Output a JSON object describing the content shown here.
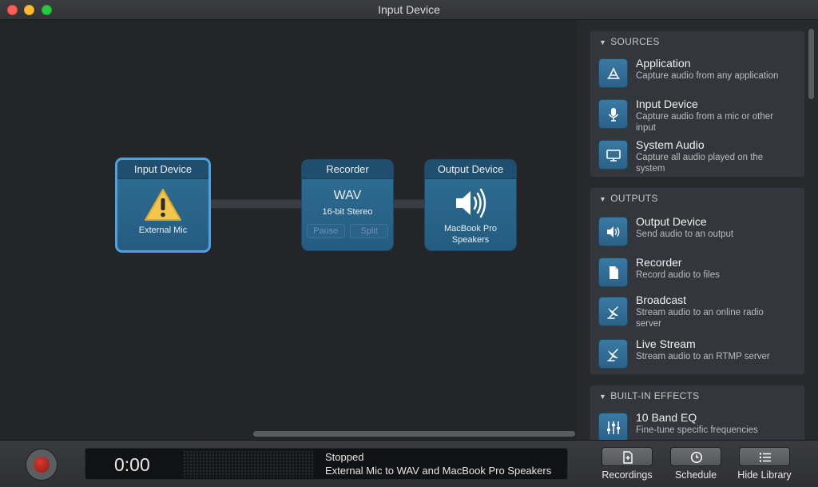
{
  "window": {
    "title": "Input Device"
  },
  "canvas": {
    "nodes": {
      "input": {
        "title": "Input Device",
        "icon": "warning-icon",
        "label": "External Mic"
      },
      "recorder": {
        "title": "Recorder",
        "format": "WAV",
        "detail": "16-bit Stereo",
        "pause_label": "Pause",
        "split_label": "Split"
      },
      "output": {
        "title": "Output Device",
        "icon": "speaker-icon",
        "label": "MacBook Pro Speakers"
      }
    }
  },
  "library": {
    "sources": {
      "header": "SOURCES",
      "items": [
        {
          "name": "Application",
          "desc": "Capture audio from any application",
          "icon": "app-store-icon"
        },
        {
          "name": "Input Device",
          "desc": "Capture audio from a mic or other input",
          "icon": "microphone-icon"
        },
        {
          "name": "System Audio",
          "desc": "Capture all audio played on the system",
          "icon": "monitor-icon"
        }
      ]
    },
    "outputs": {
      "header": "OUTPUTS",
      "items": [
        {
          "name": "Output Device",
          "desc": "Send audio to an output",
          "icon": "speaker-icon"
        },
        {
          "name": "Recorder",
          "desc": "Record audio to files",
          "icon": "document-icon"
        },
        {
          "name": "Broadcast",
          "desc": "Stream audio to an online radio server",
          "icon": "satellite-dish-icon"
        },
        {
          "name": "Live Stream",
          "desc": "Stream audio to an RTMP server",
          "icon": "satellite-dish-icon"
        }
      ]
    },
    "effects": {
      "header": "BUILT-IN EFFECTS",
      "items": [
        {
          "name": "10 Band EQ",
          "desc": "Fine-tune specific frequencies",
          "icon": "eq-sliders-icon"
        }
      ]
    }
  },
  "transport": {
    "time": "0:00",
    "status": "Stopped",
    "path": "External Mic to WAV and MacBook Pro Speakers"
  },
  "toolbar": {
    "recordings_label": "Recordings",
    "schedule_label": "Schedule",
    "hide_library_label": "Hide Library"
  },
  "colors": {
    "accent": "#4ea3dd",
    "node": "#2a6a92",
    "record": "#c0281e"
  }
}
